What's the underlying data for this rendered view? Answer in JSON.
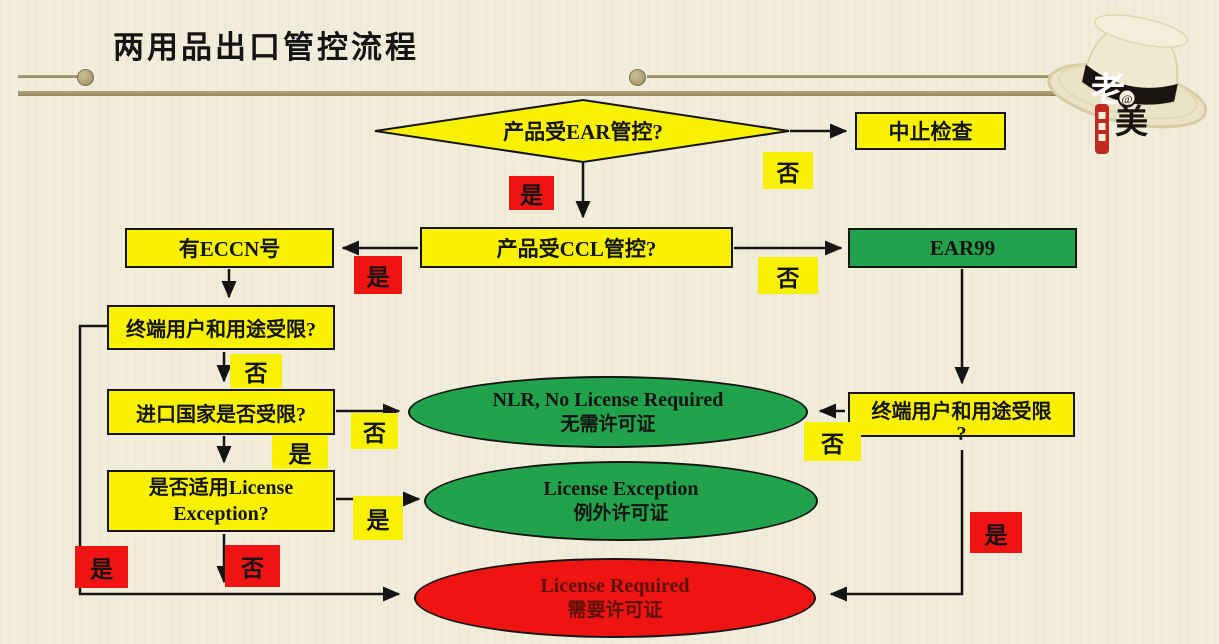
{
  "slide": {
    "title": "两用品出口管控流程"
  },
  "logo": {
    "char_top": "老",
    "at_sign": "@",
    "char_bottom": "美"
  },
  "labels": {
    "yes": "是",
    "no": "否"
  },
  "nodes": {
    "ear_check": "产品受EAR管控?",
    "stop_check": "中止检查",
    "ccl_check": "产品受CCL管控?",
    "eccn": "有ECCN号",
    "ear99": "EAR99",
    "end_user_left": "终端用户和用途受限?",
    "import_country": "进口国家是否受限?",
    "license_exception_q": "是否适用License\nException?",
    "end_user_right": "终端用户和用途受限\n?",
    "nlr_en": "NLR, No License Required",
    "nlr_zh": "无需许可证",
    "license_exception_en": "License Exception",
    "license_exception_zh": "例外许可证",
    "license_required_en": "License Required",
    "license_required_zh": "需要许可证"
  },
  "colors": {
    "background": "#f2edda",
    "node_yellow": "#f8f100",
    "node_green": "#21a24b",
    "label_red": "#ee1411",
    "divider": "#a59a6c",
    "required_text": "#5c1208"
  }
}
